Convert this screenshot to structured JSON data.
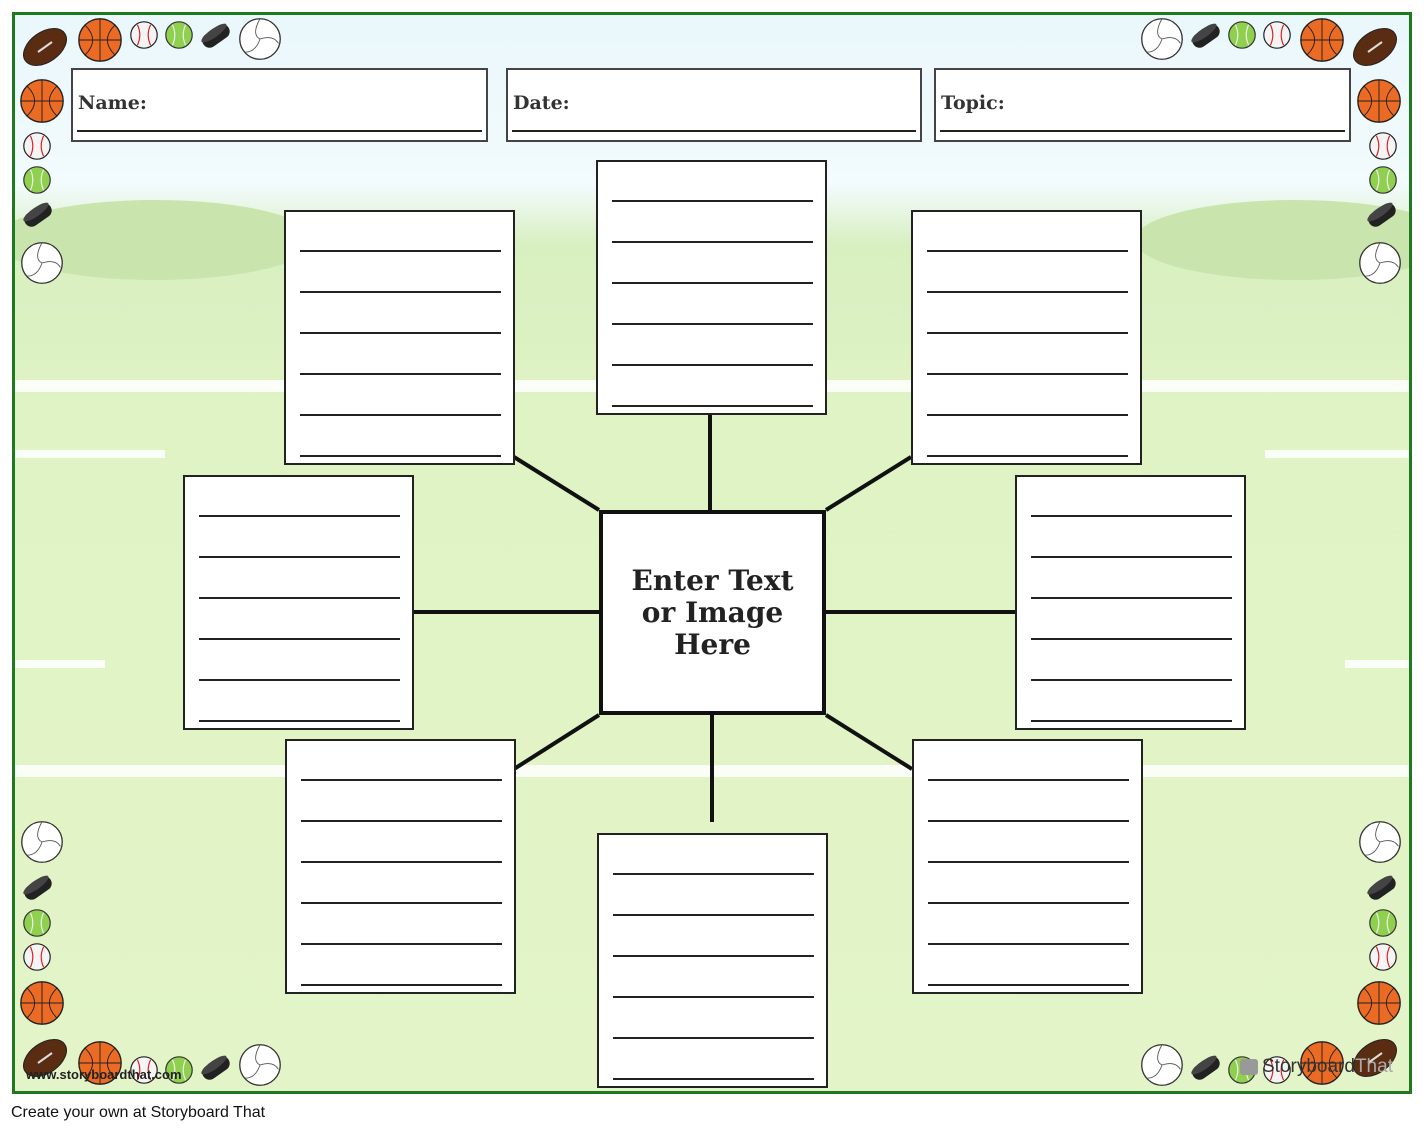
{
  "header": {
    "name_label": "Name:",
    "date_label": "Date:",
    "topic_label": "Topic:"
  },
  "center": {
    "placeholder": "Enter Text or Image Here"
  },
  "satellite_boxes": {
    "count": 8,
    "lines_per_box": 6
  },
  "watermark": {
    "url": "www.storyboardthat.com",
    "brand_1": "Storyboard",
    "brand_2": "That"
  },
  "footer": {
    "text": "Create your own at Storyboard That"
  },
  "colors": {
    "frame": "#1f7a1f",
    "grass": "#e0f3c4",
    "sky": "#eaf7fb",
    "basketball": "#ec6b24",
    "football": "#5a2d12",
    "tennis": "#8fd14f",
    "puck": "#222222"
  },
  "decor_icons": [
    "football-icon",
    "basketball-icon",
    "baseball-icon",
    "tennis-ball-icon",
    "hockey-puck-icon",
    "volleyball-icon"
  ]
}
